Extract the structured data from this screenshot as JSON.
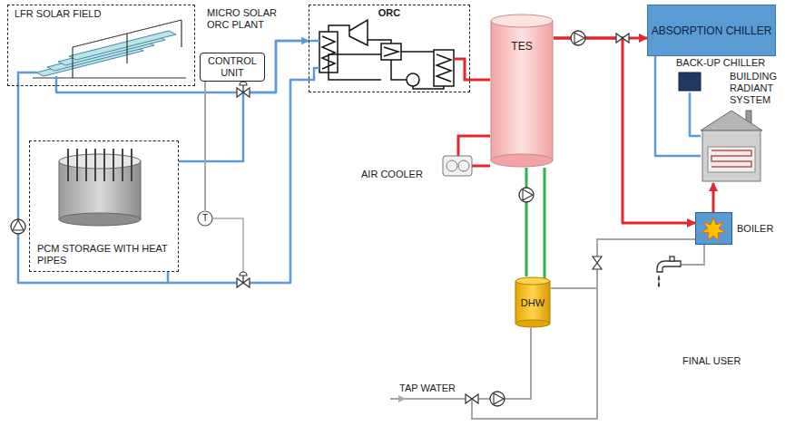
{
  "diagram": {
    "nodes": [
      {
        "text": [
          "LFR SOLAR FIELD"
        ]
      },
      {
        "text": [
          "CONTROL UNIT"
        ]
      },
      {
        "text": [
          "ORC"
        ]
      },
      {
        "text": [
          "TES"
        ]
      },
      {
        "text": [
          "ABSORPTION CHILLER"
        ]
      },
      {
        "text": [
          "BACK-UP CHILLER"
        ]
      },
      {
        "text": [
          "BUILDING RADIANT SYSTEM"
        ]
      },
      {
        "text": [
          "PCM STORAGE WITH HEAT PIPES"
        ]
      },
      {
        "text": [
          "T"
        ]
      },
      {
        "text": [
          "BOILER"
        ]
      },
      {
        "text": [
          "DHW"
        ]
      }
    ],
    "edges": [
      {
        "from": 0,
        "to": 2,
        "arrow": "to"
      },
      {
        "from": 7,
        "to": 2,
        "arrow": "none"
      },
      {
        "from": 2,
        "to": 0,
        "arrow": "none"
      },
      {
        "from": 1,
        "to": 8,
        "arrow": "none"
      },
      {
        "from": 2,
        "to": 3,
        "arrow": "none"
      },
      {
        "from": 3,
        "to": 4,
        "arrow": "to"
      },
      {
        "from": 3,
        "to": 9,
        "arrow": "to"
      },
      {
        "from": 3,
        "to": 10,
        "arrow": "none"
      },
      {
        "from": 4,
        "to": 6,
        "arrow": "none"
      },
      {
        "from": 5,
        "to": 6,
        "arrow": "none"
      },
      {
        "from": 9,
        "to": 6,
        "arrow": "to"
      },
      {
        "from": 10,
        "to": 9,
        "arrow": "none"
      }
    ],
    "labels": [
      "MICRO SOLAR ORC PLANT",
      "AIR COOLER",
      "TAP WATER",
      "FINAL USER"
    ]
  }
}
